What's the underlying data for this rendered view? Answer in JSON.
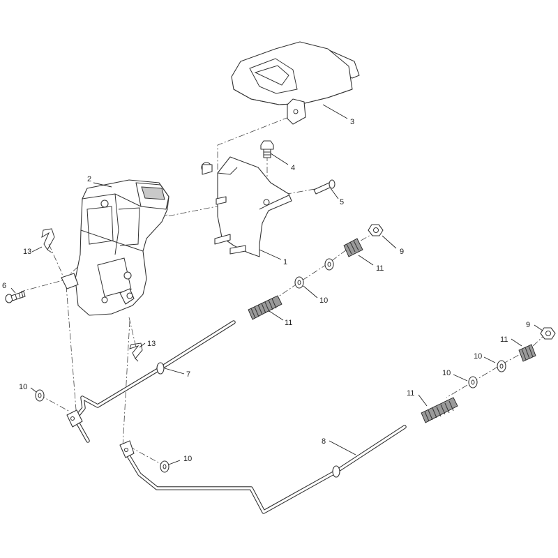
{
  "callouts": [
    {
      "id": "c3",
      "text": "3"
    },
    {
      "id": "c4",
      "text": "4"
    },
    {
      "id": "c2",
      "text": "2"
    },
    {
      "id": "c5",
      "text": "5"
    },
    {
      "id": "c13a",
      "text": "13"
    },
    {
      "id": "c1",
      "text": "1"
    },
    {
      "id": "c9a",
      "text": "9"
    },
    {
      "id": "c11a",
      "text": "11"
    },
    {
      "id": "c6",
      "text": "6"
    },
    {
      "id": "c10a",
      "text": "10"
    },
    {
      "id": "c11b",
      "text": "11"
    },
    {
      "id": "c9b",
      "text": "9"
    },
    {
      "id": "c13b",
      "text": "13"
    },
    {
      "id": "c11c",
      "text": "11"
    },
    {
      "id": "c10b",
      "text": "10"
    },
    {
      "id": "c7",
      "text": "7"
    },
    {
      "id": "c10c",
      "text": "10"
    },
    {
      "id": "c10d",
      "text": "10"
    },
    {
      "id": "c11d",
      "text": "11"
    },
    {
      "id": "c8",
      "text": "8"
    },
    {
      "id": "c10e",
      "text": "10"
    }
  ]
}
